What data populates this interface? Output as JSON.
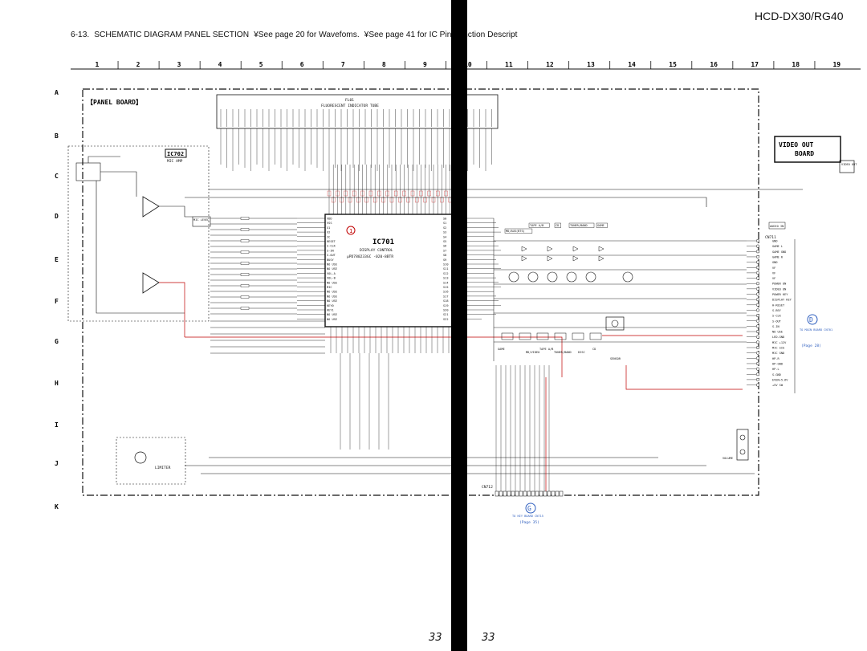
{
  "page": {
    "model": "HCD-DX30/RG40",
    "section": "6-13.",
    "title": "SCHEMATIC DIAGRAM   PANEL SECTION",
    "note_waveforms": "¥See page 20 for Wavefoms.",
    "note_ic": "¥See page 41 for IC Pin Function Descript",
    "page_left": "33",
    "page_right": "33"
  },
  "grid": {
    "columns": [
      "1",
      "2",
      "3",
      "4",
      "5",
      "6",
      "7",
      "8",
      "9",
      "10",
      "11",
      "12",
      "13",
      "14",
      "15",
      "16",
      "17",
      "18",
      "19"
    ],
    "rows": [
      "A",
      "B",
      "C",
      "D",
      "E",
      "F",
      "G",
      "H",
      "I",
      "J",
      "K"
    ]
  },
  "boards": {
    "panel": "【PANEL BOARD】",
    "video_out_line1": "VIDEO OUT",
    "video_out_line2": "BOARD"
  },
  "ics": {
    "ic701_name": "IC701",
    "ic701_func": "DISPLAY CONTROL",
    "ic701_part": "μPD780233GC -020-8BTR",
    "ic702_name": "IC702",
    "ic702_func": "MIC AMP",
    "fluorescent": "FL01",
    "fluorescent_desc": "FLUORESCENT INDICATOR TUBE"
  },
  "labels": {
    "mic_level": "MIC LEVEL",
    "video_terminal": "VIDEO OUT",
    "audio_in": "AUDIO IN",
    "key_board": "TO KEY BOARD CN715",
    "key_page": "(Page 35)",
    "main_board": "TO MAIN BOARD CN701",
    "main_page": "(Page 28)",
    "connector_d": "D",
    "connector_g": "G",
    "marker_1": "1",
    "cn711": "CN711",
    "cn712": "CN712",
    "limiter": "LIMITER",
    "volume": "VOLUME"
  },
  "connector_pins": [
    "GND",
    "GAME L",
    "GAME GND",
    "GAME R",
    "GND",
    "VF",
    "VF",
    "VF",
    "POWER ON",
    "VIDEO ON",
    "POWER KEY",
    "DISPLAY KEY",
    "H-RESET",
    "S-BSY",
    "S-CLK",
    "S-OUT",
    "S-IN",
    "NO USE",
    "LED-GND",
    "MIC +12V",
    "MIC SIG",
    "MIC GND",
    "HP-R",
    "HP-GND",
    "HP-L",
    "S-GND",
    "EVER+5.6V",
    "+5V SW"
  ],
  "led_labels": [
    "TAPE A/B",
    "CD",
    "TUNER/BAND",
    "GAME",
    "MD/AUX(BTS)"
  ],
  "bottom_labels": [
    "GAME",
    "MD/VIDEO",
    "TAPE A/B",
    "TUNER/BAND",
    "DISC",
    "CD",
    "SENSOR"
  ],
  "ic701_right_pins": [
    "S0",
    "S1",
    "S2",
    "S3",
    "S4",
    "S5",
    "S6",
    "S7",
    "S8",
    "S9",
    "S10",
    "S11",
    "S12",
    "S13",
    "S14",
    "S15",
    "S16",
    "S17",
    "S18",
    "S19",
    "S20",
    "S21",
    "S22"
  ],
  "ic701_left_pins": [
    "VDD",
    "VSS",
    "X1",
    "X2",
    "IC",
    "RESET",
    "S-CLK",
    "S-IN",
    "S-OUT",
    "BUSY",
    "NO USE",
    "NO USE",
    "VOL-A",
    "VOL-B",
    "NO USE",
    "MIC",
    "NO USE",
    "NO USE",
    "NO USE",
    "KEY0",
    "KEY1",
    "NO USE",
    "NO USE"
  ]
}
